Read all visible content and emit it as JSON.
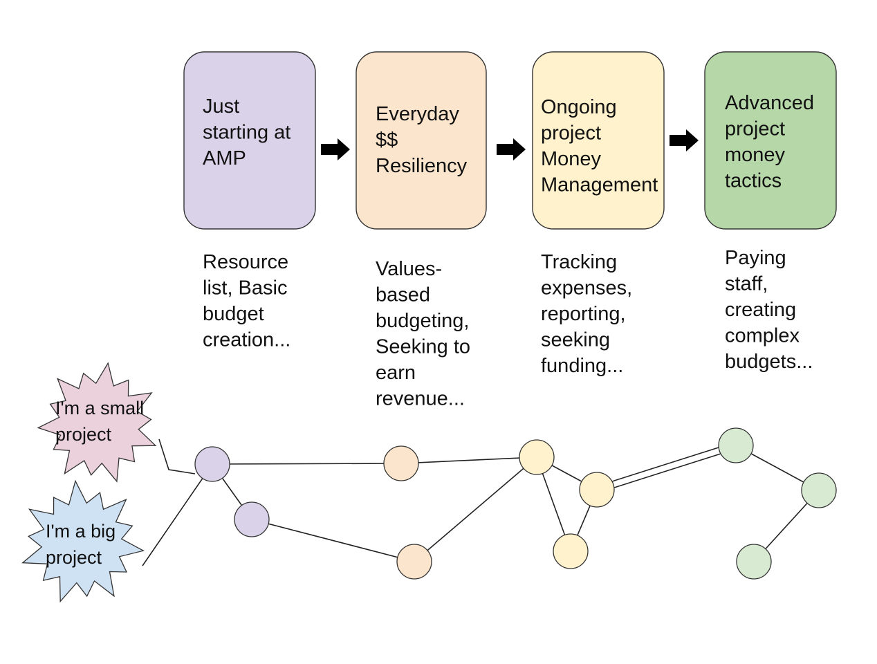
{
  "colors": {
    "purple": "#d9d2e9",
    "peach": "#fce5cd",
    "yellow": "#fff2cc",
    "green": "#b6d7a8",
    "green_light": "#d9ead3",
    "pink": "#ead1dc",
    "blue": "#cfe2f3",
    "ink": "#111111"
  },
  "stages": [
    {
      "id": "just-starting",
      "lines": [
        "Just",
        "starting at",
        "AMP"
      ],
      "color": "purple",
      "description_lines": [
        "Resource",
        "list, Basic",
        "budget",
        "creation..."
      ]
    },
    {
      "id": "everyday-resiliency",
      "lines": [
        "Everyday",
        "$$",
        "Resiliency"
      ],
      "color": "peach",
      "description_lines": [
        "Values-",
        "based",
        "budgeting,",
        "Seeking to",
        "earn",
        "revenue..."
      ]
    },
    {
      "id": "ongoing-money-management",
      "lines": [
        "Ongoing",
        "project",
        "Money",
        "Management"
      ],
      "color": "yellow",
      "description_lines": [
        "Tracking",
        "expenses,",
        "reporting,",
        "seeking",
        "funding..."
      ]
    },
    {
      "id": "advanced-tactics",
      "lines": [
        "Advanced",
        "project",
        "money",
        "tactics"
      ],
      "color": "green",
      "description_lines": [
        "Paying",
        "staff,",
        "creating",
        "complex",
        "budgets..."
      ]
    }
  ],
  "arrow_icon": "right-arrow-icon",
  "bursts": [
    {
      "id": "small-project",
      "lines": [
        "I'm a small",
        "project"
      ],
      "color": "pink"
    },
    {
      "id": "big-project",
      "lines": [
        "I'm a big",
        "project"
      ],
      "color": "blue"
    }
  ],
  "path_nodes": [
    {
      "id": "n1",
      "color": "purple"
    },
    {
      "id": "n2",
      "color": "purple"
    },
    {
      "id": "n3",
      "color": "peach"
    },
    {
      "id": "n4",
      "color": "peach"
    },
    {
      "id": "n5",
      "color": "yellow"
    },
    {
      "id": "n6",
      "color": "yellow"
    },
    {
      "id": "n7",
      "color": "yellow"
    },
    {
      "id": "n8",
      "color": "green_light"
    },
    {
      "id": "n9",
      "color": "green_light"
    },
    {
      "id": "n10",
      "color": "green_light"
    }
  ],
  "path_edges": [
    [
      "small-project",
      "n1"
    ],
    [
      "big-project",
      "n1"
    ],
    [
      "n1",
      "n3"
    ],
    [
      "n1",
      "n2"
    ],
    [
      "n2",
      "n4"
    ],
    [
      "n3",
      "n5"
    ],
    [
      "n4",
      "n5"
    ],
    [
      "n5",
      "n6"
    ],
    [
      "n5",
      "n7"
    ],
    [
      "n7",
      "n6"
    ],
    [
      "n6",
      "n8"
    ],
    [
      "n8",
      "n9"
    ],
    [
      "n9",
      "n10"
    ]
  ]
}
